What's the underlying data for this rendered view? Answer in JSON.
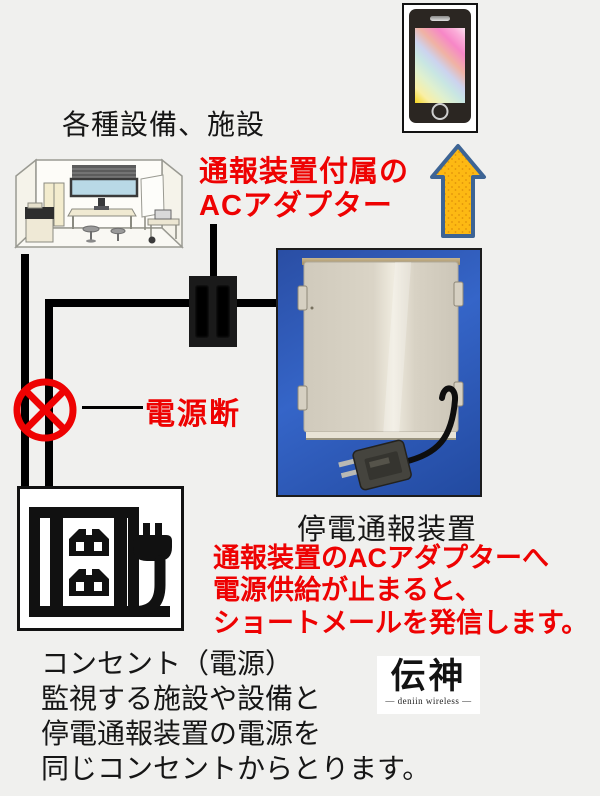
{
  "facility": {
    "title": "各種設備、施設"
  },
  "adapter_note": {
    "line1": "通報装置付属の",
    "line2": "ACアダプター"
  },
  "power_cut": {
    "label": "電源断"
  },
  "device": {
    "title": "停電通報装置",
    "desc": [
      "通報装置のACアダプターへ",
      "電源供給が止まると、",
      "ショートメールを発信します。"
    ]
  },
  "outlet_caption": {
    "lines": [
      "コンセント（電源）",
      "監視する施設や設備と",
      "停電通報装置の電源を",
      "同じコンセントからとります。"
    ]
  },
  "logo": {
    "kanji": "伝神",
    "subtitle": "― deniin wireless ―"
  },
  "colors": {
    "background": "#f0f0ee",
    "accent_red": "#ee0202",
    "arrow_fill": "#fdb913",
    "arrow_border": "#3d6494",
    "photo_background_blue": "#2f5cb8",
    "enclosure_beige": "#d8d2c4"
  }
}
